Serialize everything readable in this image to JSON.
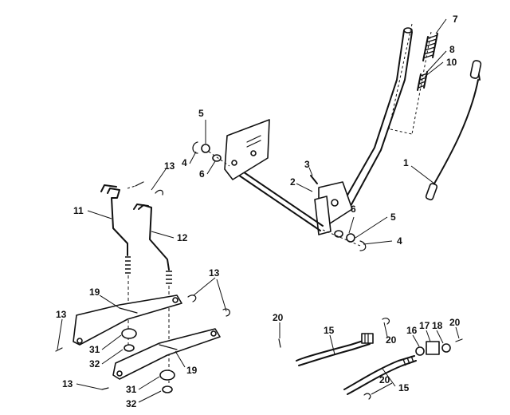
{
  "callouts": {
    "c1": "1",
    "c2": "2",
    "c3": "3",
    "c4a": "4",
    "c4b": "4",
    "c5a": "5",
    "c5b": "5",
    "c6a": "6",
    "c6b": "6",
    "c7": "7",
    "c8": "8",
    "c10": "10",
    "c11": "11",
    "c12": "12",
    "c13a": "13",
    "c13b": "13",
    "c13c": "13",
    "c13d": "13",
    "c15a": "15",
    "c15b": "15",
    "c16": "16",
    "c17": "17",
    "c18": "18",
    "c19a": "19",
    "c19b": "19",
    "c20a": "20",
    "c20b": "20",
    "c20c": "20",
    "c20d": "20",
    "c31a": "31",
    "c31b": "31",
    "c32a": "32",
    "c32b": "32"
  }
}
